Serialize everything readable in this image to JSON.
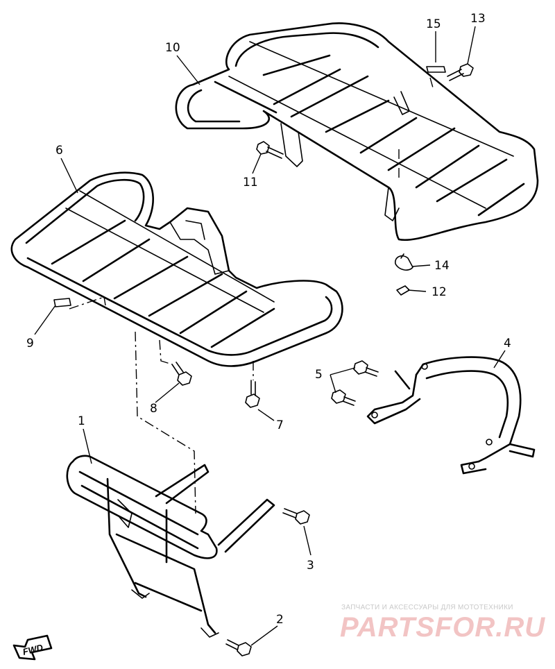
{
  "callouts": {
    "p1": "1",
    "p2": "2",
    "p3": "3",
    "p4": "4",
    "p5": "5",
    "p6": "6",
    "p7": "7",
    "p8": "8",
    "p9": "9",
    "p10": "10",
    "p11": "11",
    "p12": "12",
    "p13": "13",
    "p14": "14",
    "p15": "15"
  },
  "fwd_label": "FWD",
  "watermark": {
    "caption": "ЗАПЧАСТИ И АКСЕССУАРЫ ДЛЯ МОТОТЕХНИКИ",
    "brand": "PARTSFOR.RU"
  },
  "colors": {
    "line": "#000000",
    "watermark_brand": "#f2c4c4",
    "watermark_caption": "#c9c9c9"
  }
}
